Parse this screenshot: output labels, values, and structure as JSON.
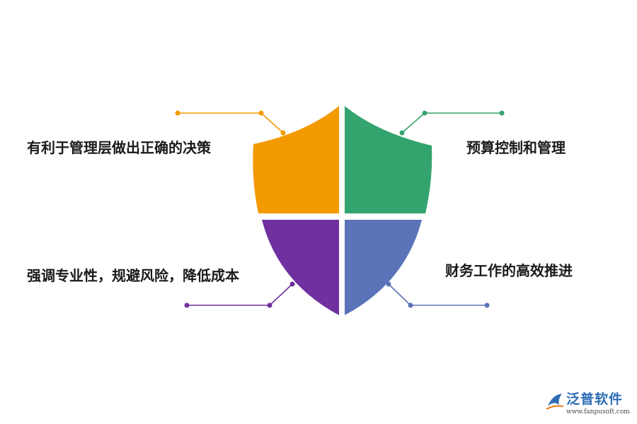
{
  "diagram": {
    "segments": [
      {
        "id": "top-left",
        "label": "有利于管理层做出正确的决策",
        "color": "#f39a00"
      },
      {
        "id": "top-right",
        "label": "预算控制和管理",
        "color": "#34a46e"
      },
      {
        "id": "bottom-left",
        "label": "强调专业性，规避风险，降低成本",
        "color": "#7030a0"
      },
      {
        "id": "bottom-right",
        "label": "财务工作的高效推进",
        "color": "#5b73b8"
      }
    ]
  },
  "logo": {
    "name": "泛普软件",
    "url": "www.fanpusoft.com"
  }
}
